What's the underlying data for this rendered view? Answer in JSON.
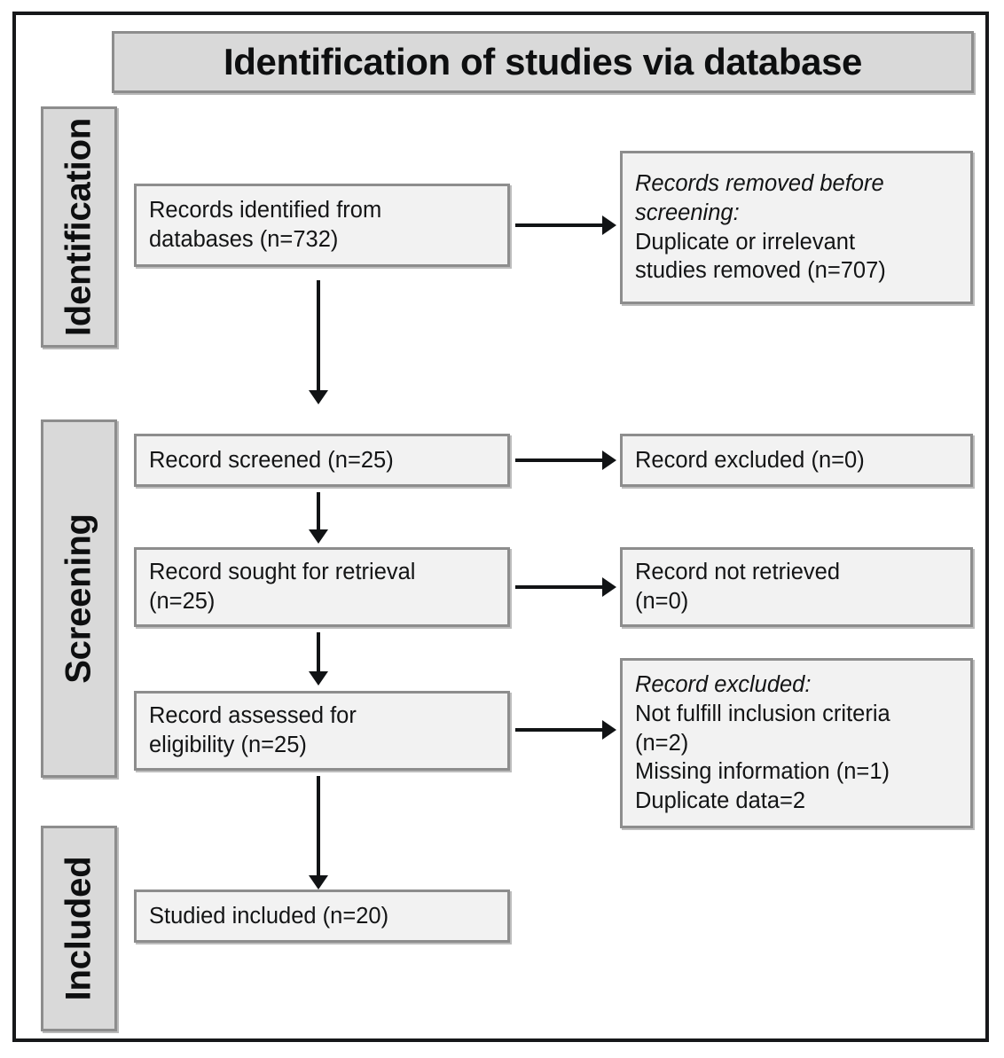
{
  "diagram": {
    "type": "prisma-flow-diagram",
    "header": {
      "title": "Identification of studies via database"
    },
    "stages": [
      {
        "key": "identification",
        "label": "Identification"
      },
      {
        "key": "screening",
        "label": "Screening"
      },
      {
        "key": "included",
        "label": "Included"
      }
    ],
    "nodes": {
      "records_identified": {
        "lines": [
          "Records identified from",
          "databases (n=732)"
        ]
      },
      "records_removed": {
        "lines": [
          "Records removed before",
          "screening:",
          "Duplicate or irrelevant",
          "studies removed (n=707)"
        ],
        "italic_lines": [
          0,
          1
        ]
      },
      "record_screened": {
        "lines": [
          "Record screened (n=25)"
        ]
      },
      "record_excluded": {
        "lines": [
          "Record excluded (n=0)"
        ]
      },
      "record_sought": {
        "lines": [
          "Record sought for retrieval",
          "(n=25)"
        ]
      },
      "record_not_retrieved": {
        "lines": [
          "Record not retrieved",
          "(n=0)"
        ]
      },
      "record_assessed": {
        "lines": [
          "Record assessed for",
          "eligibility (n=25)"
        ]
      },
      "record_excluded_reasons": {
        "lines": [
          "Record excluded:",
          "Not fulfill inclusion criteria",
          "(n=2)",
          "Missing information (n=1)",
          "Duplicate data=2"
        ],
        "italic_lines": [
          0
        ]
      },
      "studies_included": {
        "lines": [
          "Studied included (n=20)"
        ]
      }
    },
    "counts": {
      "records_identified": 732,
      "records_removed": 707,
      "records_screened": 25,
      "records_excluded_screening": 0,
      "records_sought": 25,
      "records_not_retrieved": 0,
      "records_assessed": 25,
      "excluded_not_fulfill_criteria": 2,
      "excluded_missing_information": 1,
      "excluded_duplicate_data": 2,
      "studies_included": 20
    },
    "colors": {
      "stage_fill": "#d9d9d9",
      "node_fill": "#f2f2f2",
      "border": "#8d8d8d",
      "frame": "#17181a",
      "text": "#131415",
      "arrow": "#111315"
    }
  }
}
